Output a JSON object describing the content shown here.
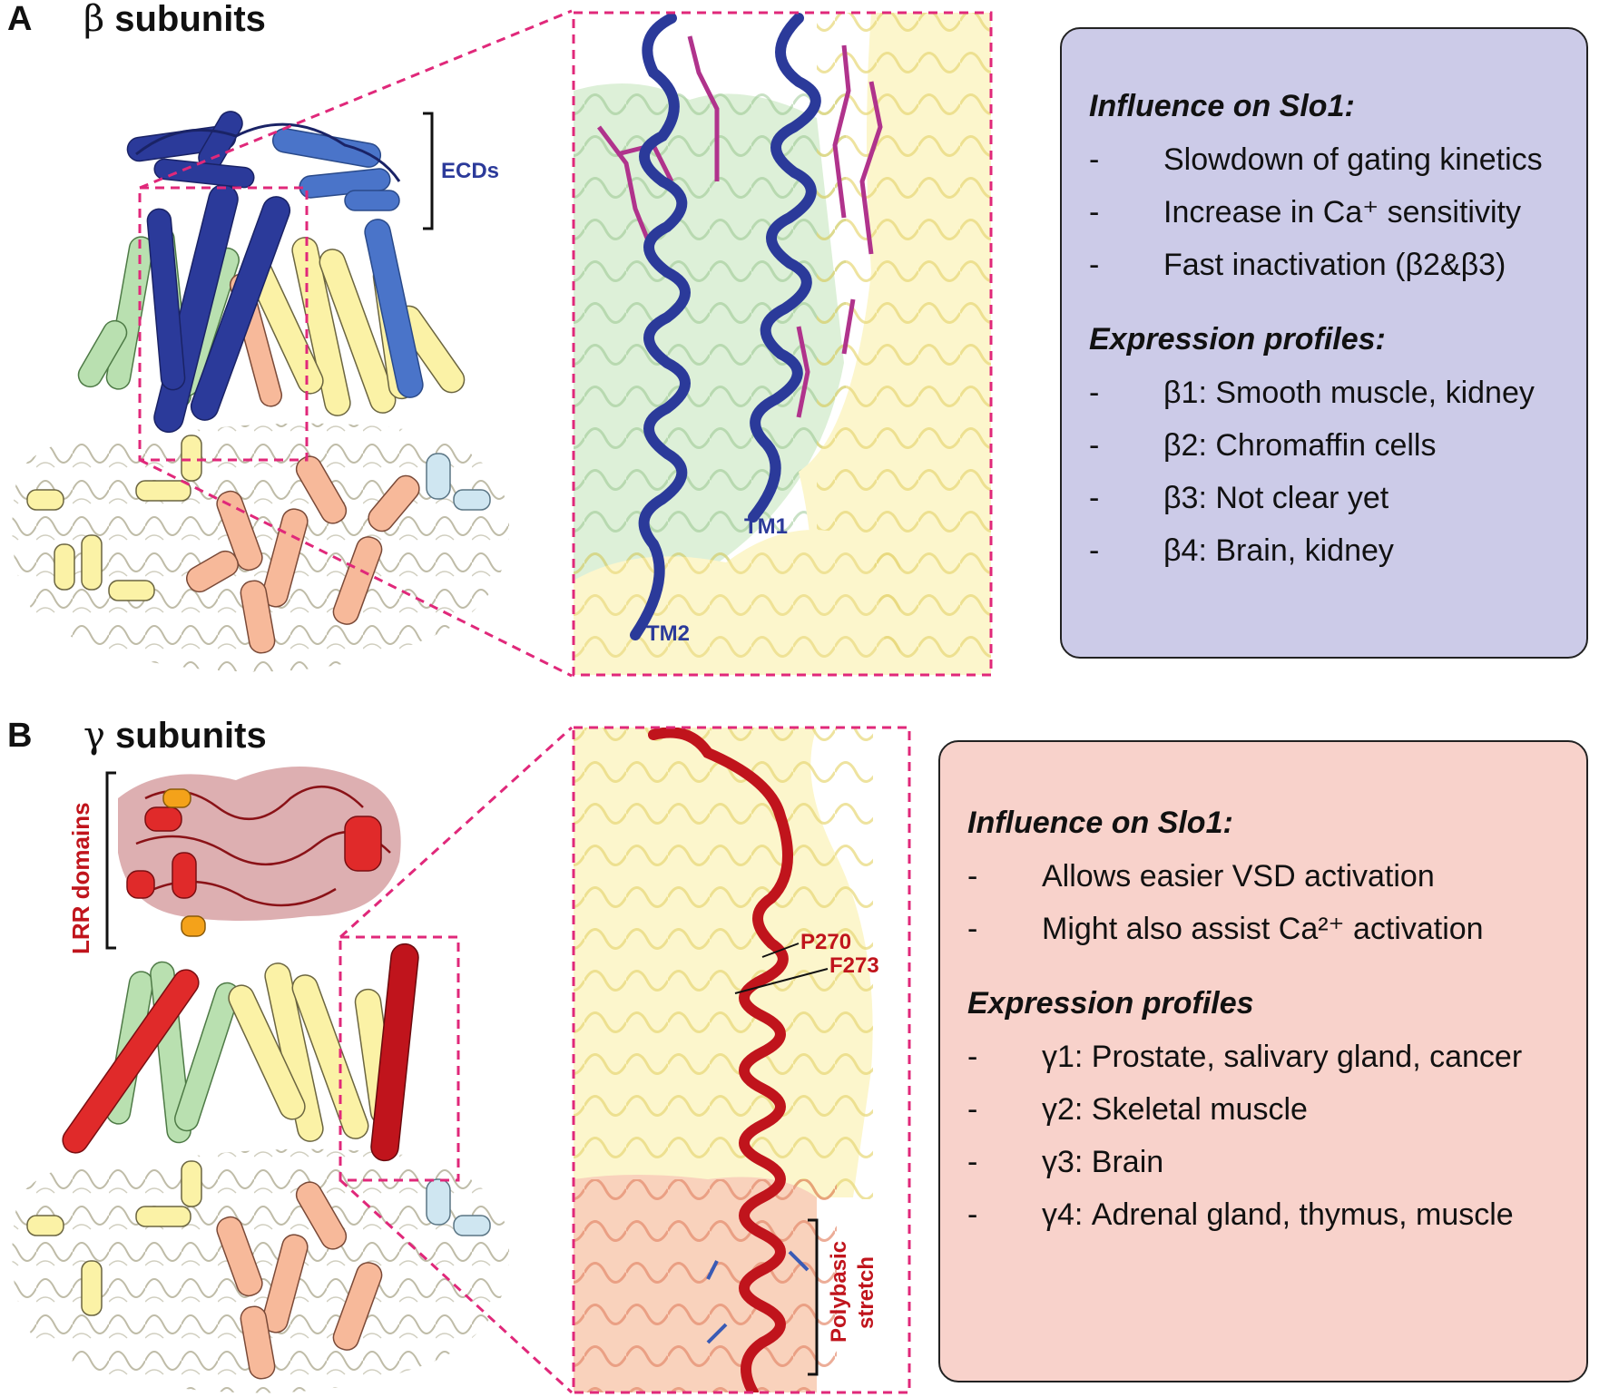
{
  "panelA": {
    "letter": "A",
    "greek": "β",
    "title_rest": "subunits",
    "labels": {
      "ecds": "ECDs",
      "tm1": "TM1",
      "tm2": "TM2"
    },
    "info": {
      "influence_heading": "Influence on Slo1:",
      "influence": [
        "Slowdown of gating kinetics",
        "Increase in Ca⁺ sensitivity",
        "Fast inactivation (β2&β3)"
      ],
      "expression_heading": "Expression profiles:",
      "expression": [
        "β1: Smooth muscle, kidney",
        "β2: Chromaffin cells",
        "β3: Not clear yet",
        "β4: Brain, kidney"
      ]
    }
  },
  "panelB": {
    "letter": "B",
    "greek": "γ",
    "title_rest": "subunits",
    "labels": {
      "lrr": "LRR domains",
      "p270": "P270",
      "f273": "F273",
      "polybasic_line1": "Polybasic",
      "polybasic_line2": "stretch"
    },
    "info": {
      "influence_heading": "Influence on Slo1:",
      "influence": [
        "Allows easier VSD activation",
        "Might also assist Ca²⁺ activation"
      ],
      "expression_heading": "Expression profiles",
      "expression": [
        "γ1: Prostate, salivary gland, cancer",
        "γ2: Skeletal muscle",
        "γ3: Brain",
        "γ4: Adrenal gland, thymus, muscle"
      ]
    }
  },
  "colors": {
    "beta_blue": "#2b3a9a",
    "beta_blue_light": "#4a74c9",
    "gamma_red": "#c0141c",
    "guide_magenta": "#e0287a",
    "green": "#b9e0b0",
    "yellow": "#fbf2a6",
    "salmon": "#f7b99a",
    "lightblue": "#cfe6f1",
    "box_a": "#cccbe8",
    "box_b": "#f8d2cb",
    "lipid": "#b0338c"
  },
  "icons": [
    "beta-subunit-structure",
    "gamma-subunit-structure",
    "zoom-guides"
  ]
}
